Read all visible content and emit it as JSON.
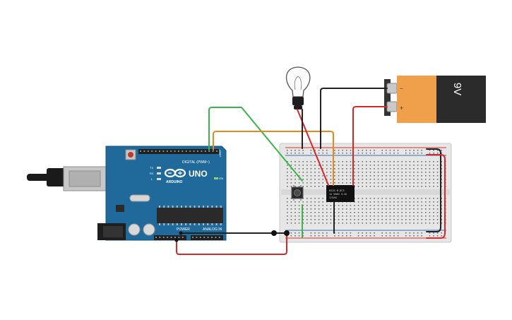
{
  "arduino": {
    "brand": "ARDUINO",
    "model": "UNO",
    "digital_label": "DIGITAL (PWM~)",
    "power_label": "POWER",
    "analog_label": "ANALOG IN",
    "aref_label": "AREF",
    "on_label": "ON",
    "tx_label": "TX",
    "rx_label": "RX",
    "l_label": "L"
  },
  "battery": {
    "voltage_label": "9V",
    "plus_label": "+",
    "minus_label": "−"
  },
  "relay": {
    "text_line1": "KS2E-M-DC5",
    "text_line2": "1A 30VDC 0.5A",
    "text_line3": "125VAC"
  },
  "colors": {
    "arduino_board": "#1f6a9a",
    "battery_orange": "#f0a04b",
    "battery_black": "#2b2b2b",
    "breadboard": "#e9e9e9",
    "rail_red": "#d0342c",
    "rail_blue": "#3a6fb5",
    "wire_green": "#3bb54a",
    "wire_orange": "#e8871e",
    "wire_red": "#d62828",
    "wire_black": "#222222"
  }
}
